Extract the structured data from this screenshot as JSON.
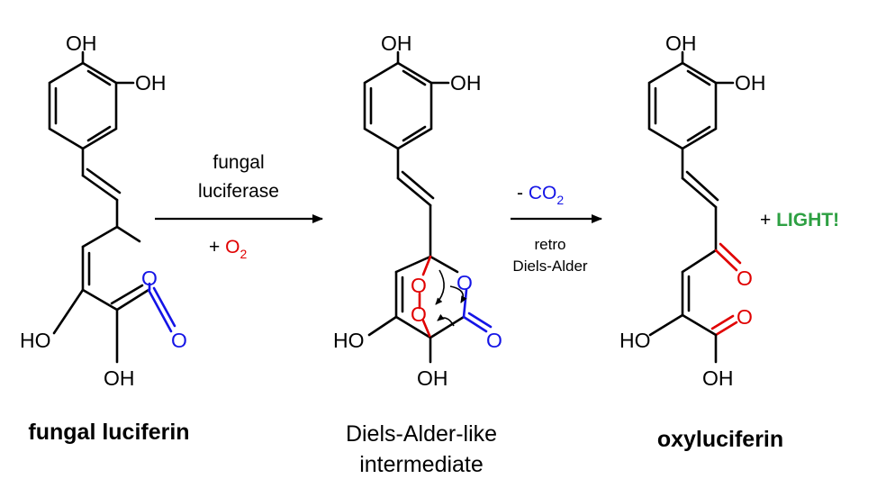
{
  "colors": {
    "black": "#000000",
    "oxygen_red": "#e00000",
    "oxygen_blue": "#1414e6",
    "light_green": "#2ea043"
  },
  "atoms": {
    "oh": "OH",
    "ho": "HO",
    "o": "O"
  },
  "compounds": {
    "fungal_luciferin": "fungal luciferin",
    "intermediate_line1": "Diels-Alder-like",
    "intermediate_line2": "intermediate",
    "oxyluciferin": "oxyluciferin"
  },
  "step1": {
    "above_line1": "fungal",
    "above_line2": "luciferase",
    "below_plus": "+ ",
    "below_reagent": "O",
    "below_reagent_sub": "2"
  },
  "step2": {
    "above_minus": "- ",
    "above_reagent": "CO",
    "above_reagent_sub": "2",
    "below_line1": "retro",
    "below_line2": "Diels-Alder"
  },
  "product_extra": {
    "plus": "+ ",
    "light": "LIGHT!"
  }
}
